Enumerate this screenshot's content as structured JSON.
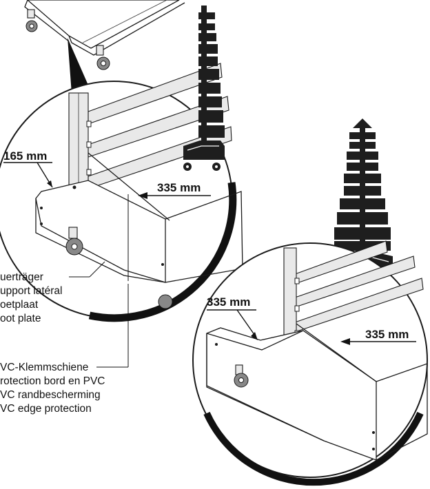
{
  "dimensions": {
    "left_top": "165 mm",
    "left_right": "335 mm",
    "right_left": "335 mm",
    "right_right": "335 mm"
  },
  "labels": {
    "foot_plate": [
      "uerträger",
      "upport latéral",
      "oetplaat",
      "oot plate"
    ],
    "edge_protection": [
      "VC-Klemmschiene",
      "rotection bord en PVC",
      "VC randbescherming",
      "VC edge protection"
    ]
  },
  "colors": {
    "ink": "#1a1a1a",
    "bins": "#1e1e1e",
    "background": "#ffffff"
  }
}
